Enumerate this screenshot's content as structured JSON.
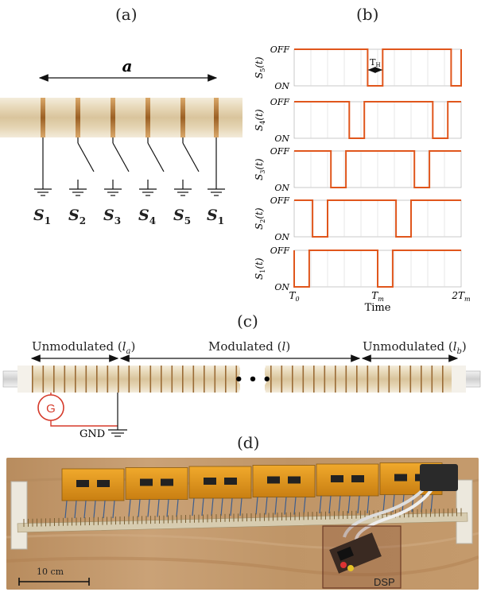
{
  "panels": {
    "a": "(a)",
    "b": "(b)",
    "c": "(c)",
    "d": "(d)"
  },
  "panel_a": {
    "dim_label": "a",
    "switches": [
      {
        "name": "S",
        "sub": "1"
      },
      {
        "name": "S",
        "sub": "2"
      },
      {
        "name": "S",
        "sub": "3"
      },
      {
        "name": "S",
        "sub": "4"
      },
      {
        "name": "S",
        "sub": "5"
      },
      {
        "name": "S",
        "sub": "1"
      }
    ]
  },
  "panel_b": {
    "level_high": "OFF",
    "level_low": "ON",
    "tau_label": "T",
    "tau_sub": "H",
    "x_label": "Time",
    "x_ticks": [
      {
        "main": "T",
        "sub": "0"
      },
      {
        "main": "T",
        "sub": "m"
      },
      {
        "main": "2T",
        "sub": "m"
      }
    ],
    "rows": [
      {
        "label": "S",
        "sub": "5",
        "arg": "(t)",
        "on_windows": [
          [
            0.44,
            0.53
          ],
          [
            0.94,
            1.03
          ]
        ]
      },
      {
        "label": "S",
        "sub": "4",
        "arg": "(t)",
        "on_windows": [
          [
            0.33,
            0.42
          ],
          [
            0.83,
            0.92
          ]
        ]
      },
      {
        "label": "S",
        "sub": "3",
        "arg": "(t)",
        "on_windows": [
          [
            0.22,
            0.31
          ],
          [
            0.72,
            0.81
          ]
        ]
      },
      {
        "label": "S",
        "sub": "2",
        "arg": "(t)",
        "on_windows": [
          [
            0.11,
            0.2
          ],
          [
            0.61,
            0.7
          ]
        ]
      },
      {
        "label": "S",
        "sub": "1",
        "arg": "(t)",
        "on_windows": [
          [
            0.0,
            0.09
          ],
          [
            0.5,
            0.59
          ]
        ]
      }
    ]
  },
  "panel_c": {
    "seg_left": "Unmodulated (",
    "seg_left_var": "l",
    "seg_left_sub": "a",
    "seg_mid": "Modulated (",
    "seg_mid_var": "l",
    "seg_right": "Unmodulated (",
    "seg_right_var": "l",
    "seg_right_sub": "b",
    "close_paren": ")",
    "ellipsis": "• • •",
    "generator": "G",
    "ground": "GND"
  },
  "panel_d": {
    "scale_bar": "10 cm",
    "inset": "DSP"
  },
  "colors": {
    "pulse": "#e0561c",
    "ring": "#b77a3b",
    "tube": "#e8dcc0",
    "generator": "#d53a2a"
  }
}
